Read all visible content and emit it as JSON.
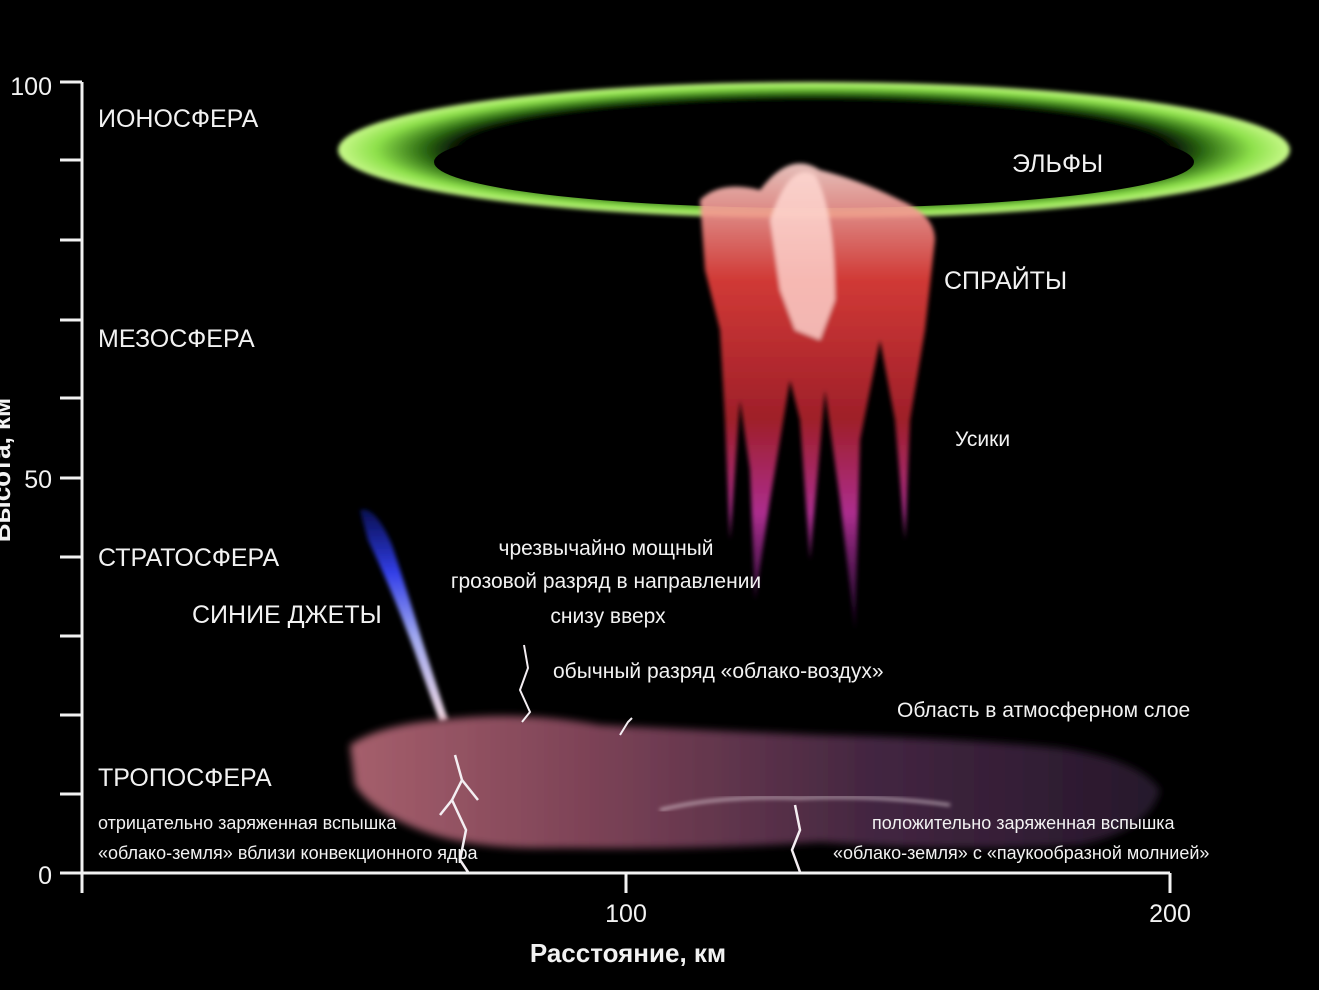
{
  "axes": {
    "y_title": "Высота, км",
    "x_title": "Расстояние, км",
    "y_ticks": [
      "100",
      "50",
      "0"
    ],
    "x_ticks": [
      "100",
      "200"
    ]
  },
  "layers": {
    "ionosphere": "ИОНОСФЕРА",
    "mesosphere": "МЕЗОСФЕРА",
    "stratosphere": "СТРАТОСФЕРА",
    "troposphere": "ТРОПОСФЕРА"
  },
  "phenomena": {
    "elves": "ЭЛЬФЫ",
    "sprites": "СПРАЙТЫ",
    "tendrils": "Усики",
    "blue_jets": "СИНИЕ ДЖЕТЫ",
    "gigantic_jet": [
      "чрезвычайно мощный",
      "грозовой разряд в направлении",
      "снизу вверх"
    ],
    "cloud_to_air": "обычный разряд «облако-воздух»",
    "atmospheric_region": "Область в атмосферном слое",
    "negative_cg": [
      "отрицательно заряженная вспышка",
      "«облако-земля» вблизи конвекционного ядра"
    ],
    "positive_cg": [
      "положительно заряженная вспышка",
      "«облако-земля» с «паукообразной молнией»"
    ]
  },
  "colors": {
    "background": "#000000",
    "elves": "#8de04a",
    "sprites": "#e8403c",
    "tendrils": "#c0339e",
    "blue_jet": "#2f3ce0",
    "cloud": "#6a3a50"
  }
}
